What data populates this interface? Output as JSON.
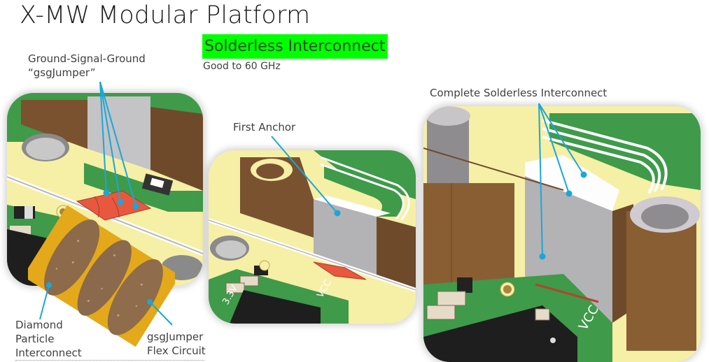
{
  "slide": {
    "title": "X-MW Modular Platform",
    "highlight_heading": "Solderless Interconnect",
    "highlight_color": "#00ff00",
    "subheading": "Good to 60 GHz"
  },
  "panels": [
    {
      "id": "left",
      "callout_lines": [
        "Ground-Signal-Ground",
        "“gsgJumper”"
      ],
      "inset_photo": "gsgJumper flex circuit with three diamond particle pads"
    },
    {
      "id": "middle",
      "callout": "First Anchor"
    },
    {
      "id": "right",
      "callout": "Complete Solderless Interconnect"
    }
  ],
  "annotations": {
    "diamond": [
      "Diamond",
      "Particle",
      "Interconnect"
    ],
    "flex": [
      "gsgJumper",
      "Flex Circuit"
    ]
  },
  "board_text": {
    "vcc": "VCC",
    "v33": "3.3V"
  },
  "colors": {
    "callout_line": "#1aa7d8",
    "board_green": "#3f9a4a",
    "gold": "#f6efa6",
    "brass": "#7a5230",
    "jumper": "#e8583f"
  }
}
